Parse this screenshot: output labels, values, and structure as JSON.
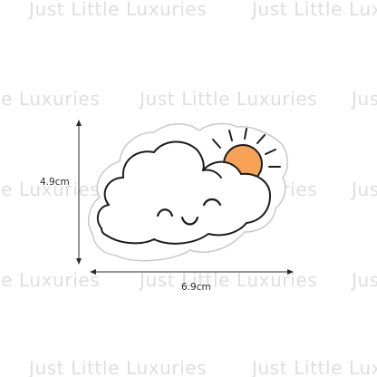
{
  "watermark": {
    "text": "Just Little Luxuries",
    "color": "#dedede"
  },
  "product": {
    "subject": "smiling cloud with sun sticker",
    "colors": {
      "outline": "#1b1b1b",
      "sun_fill": "#f7a257",
      "cloud_fill": "#ffffff",
      "cut_line": "#c8c8c8"
    }
  },
  "dimensions": {
    "height_label": "4.9cm",
    "width_label": "6.9cm",
    "icon": "dimension-arrow-icon"
  }
}
